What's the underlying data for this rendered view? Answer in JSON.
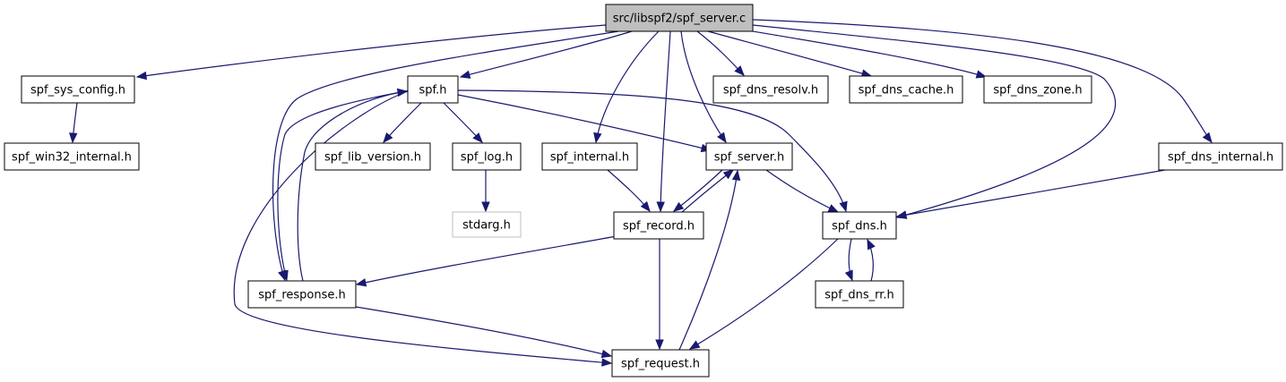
{
  "diagram": {
    "nodes": [
      {
        "id": "spf_server_c",
        "label": "src/libspf2/spf_server.c",
        "root": true
      },
      {
        "id": "spf_sys_config_h",
        "label": "spf_sys_config.h"
      },
      {
        "id": "spf_h",
        "label": "spf.h"
      },
      {
        "id": "spf_dns_resolv_h",
        "label": "spf_dns_resolv.h"
      },
      {
        "id": "spf_dns_cache_h",
        "label": "spf_dns_cache.h"
      },
      {
        "id": "spf_dns_zone_h",
        "label": "spf_dns_zone.h"
      },
      {
        "id": "spf_win32_internal_h",
        "label": "spf_win32_internal.h"
      },
      {
        "id": "spf_lib_version_h",
        "label": "spf_lib_version.h"
      },
      {
        "id": "spf_log_h",
        "label": "spf_log.h"
      },
      {
        "id": "spf_internal_h",
        "label": "spf_internal.h"
      },
      {
        "id": "spf_server_h",
        "label": "spf_server.h"
      },
      {
        "id": "spf_dns_internal_h",
        "label": "spf_dns_internal.h"
      },
      {
        "id": "stdarg_h",
        "label": "stdarg.h",
        "external": true
      },
      {
        "id": "spf_record_h",
        "label": "spf_record.h"
      },
      {
        "id": "spf_dns_h",
        "label": "spf_dns.h"
      },
      {
        "id": "spf_response_h",
        "label": "spf_response.h"
      },
      {
        "id": "spf_dns_rr_h",
        "label": "spf_dns_rr.h"
      },
      {
        "id": "spf_request_h",
        "label": "spf_request.h"
      }
    ],
    "edges": [
      {
        "from": "spf_server_c",
        "to": "spf_sys_config_h"
      },
      {
        "from": "spf_server_c",
        "to": "spf_h"
      },
      {
        "from": "spf_server_c",
        "to": "spf_response_h"
      },
      {
        "from": "spf_server_c",
        "to": "spf_internal_h"
      },
      {
        "from": "spf_server_c",
        "to": "spf_record_h"
      },
      {
        "from": "spf_server_c",
        "to": "spf_server_h"
      },
      {
        "from": "spf_server_c",
        "to": "spf_dns_resolv_h"
      },
      {
        "from": "spf_server_c",
        "to": "spf_dns_cache_h"
      },
      {
        "from": "spf_server_c",
        "to": "spf_dns_zone_h"
      },
      {
        "from": "spf_server_c",
        "to": "spf_dns_h"
      },
      {
        "from": "spf_server_c",
        "to": "spf_dns_internal_h"
      },
      {
        "from": "spf_sys_config_h",
        "to": "spf_win32_internal_h"
      },
      {
        "from": "spf_h",
        "to": "spf_lib_version_h"
      },
      {
        "from": "spf_h",
        "to": "spf_log_h"
      },
      {
        "from": "spf_h",
        "to": "spf_server_h"
      },
      {
        "from": "spf_h",
        "to": "spf_dns_h"
      },
      {
        "from": "spf_h",
        "to": "spf_response_h"
      },
      {
        "from": "spf_h",
        "to": "spf_request_h"
      },
      {
        "from": "spf_log_h",
        "to": "stdarg_h"
      },
      {
        "from": "spf_internal_h",
        "to": "spf_record_h"
      },
      {
        "from": "spf_server_h",
        "to": "spf_record_h"
      },
      {
        "from": "spf_server_h",
        "to": "spf_dns_h"
      },
      {
        "from": "spf_record_h",
        "to": "spf_server_h"
      },
      {
        "from": "spf_record_h",
        "to": "spf_response_h"
      },
      {
        "from": "spf_record_h",
        "to": "spf_request_h"
      },
      {
        "from": "spf_response_h",
        "to": "spf_h"
      },
      {
        "from": "spf_response_h",
        "to": "spf_request_h"
      },
      {
        "from": "spf_request_h",
        "to": "spf_server_h"
      },
      {
        "from": "spf_dns_h",
        "to": "spf_dns_rr_h"
      },
      {
        "from": "spf_dns_h",
        "to": "spf_request_h"
      },
      {
        "from": "spf_dns_rr_h",
        "to": "spf_dns_h"
      },
      {
        "from": "spf_dns_internal_h",
        "to": "spf_dns_h"
      }
    ]
  }
}
